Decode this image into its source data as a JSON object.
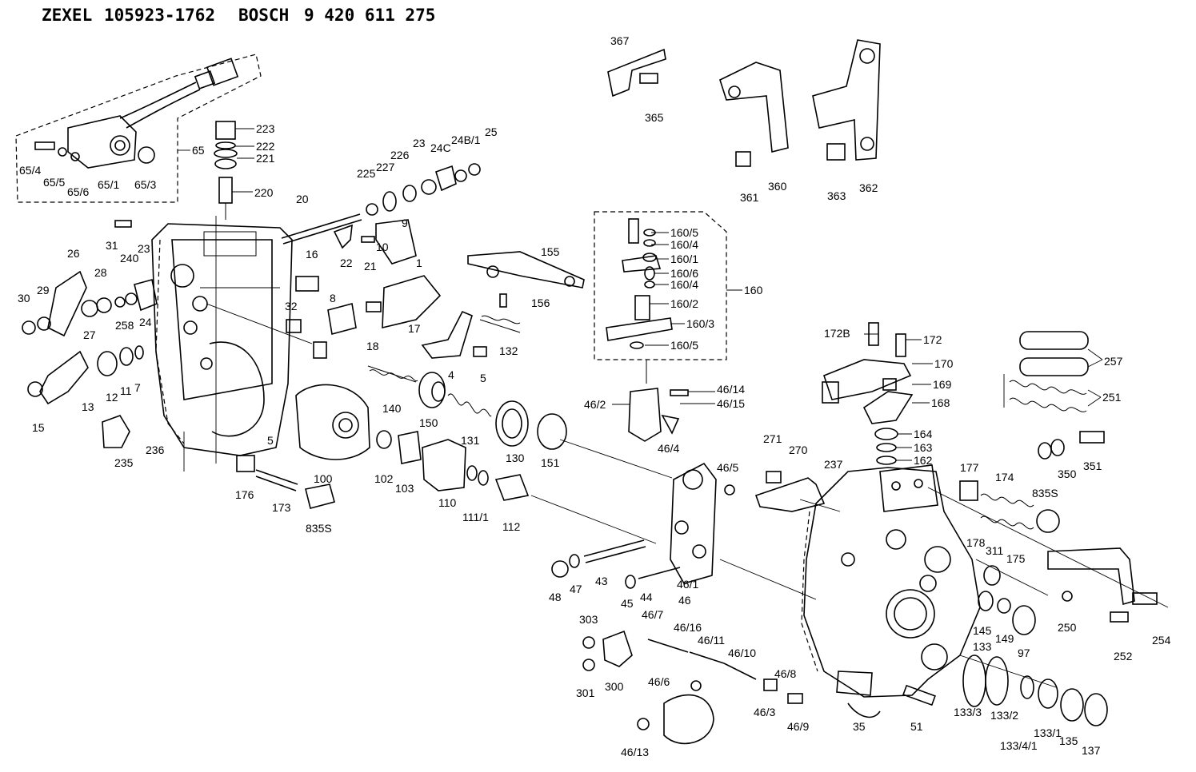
{
  "header": {
    "brand1": "ZEXEL",
    "code1": "105923-1762",
    "brand2": "BOSCH",
    "code2": "9 420 611 275"
  },
  "labels": {
    "l367": "367",
    "l365": "365",
    "l360": "360",
    "l361": "361",
    "l362": "362",
    "l363": "363",
    "l223": "223",
    "l222": "222",
    "l221": "221",
    "l220": "220",
    "l65": "65",
    "l65_4": "65/4",
    "l65_5": "65/5",
    "l65_6": "65/6",
    "l65_1": "65/1",
    "l65_3": "65/3",
    "l20": "20",
    "l225": "225",
    "l227": "227",
    "l226": "226",
    "l23a": "23",
    "l24C": "24C",
    "l24B_1": "24B/1",
    "l25": "25",
    "l9": "9",
    "l10": "10",
    "l1": "1",
    "l22": "22",
    "l21": "21",
    "l16": "16",
    "l31": "31",
    "l23b": "23",
    "l26": "26",
    "l240": "240",
    "l28": "28",
    "l29": "29",
    "l30": "30",
    "l27": "27",
    "l258": "258",
    "l24": "24",
    "l32": "32",
    "l8": "8",
    "l18": "18",
    "l17": "17",
    "l155": "155",
    "l156": "156",
    "l132": "132",
    "l4": "4",
    "l5a": "5",
    "l160_5a": "160/5",
    "l160_4a": "160/4",
    "l160_1": "160/1",
    "l160_6": "160/6",
    "l160_4b": "160/4",
    "l160_2": "160/2",
    "l160_3": "160/3",
    "l160_5b": "160/5",
    "l160": "160",
    "l172B": "172B",
    "l172": "172",
    "l170": "170",
    "l169": "169",
    "l168": "168",
    "l257": "257",
    "l251": "251",
    "l46_14": "46/14",
    "l46_15": "46/15",
    "l46_2": "46/2",
    "l46_4": "46/4",
    "l15": "15",
    "l13": "13",
    "l12": "12",
    "l11": "11",
    "l7": "7",
    "l235": "235",
    "l236": "236",
    "l140": "140",
    "l150": "150",
    "l131": "131",
    "l130": "130",
    "l151": "151",
    "l5b": "5",
    "l100": "100",
    "l102": "102",
    "l103": "103",
    "l110": "110",
    "l111_1": "111/1",
    "l112": "112",
    "l176": "176",
    "l173": "173",
    "l835S_a": "835S",
    "l271": "271",
    "l270": "270",
    "l237": "237",
    "l164": "164",
    "l163": "163",
    "l162": "162",
    "l177": "177",
    "l174": "174",
    "l835S_b": "835S",
    "l350": "350",
    "l351": "351",
    "l46_5": "46/5",
    "l178": "178",
    "l311": "311",
    "l175": "175",
    "l48": "48",
    "l47": "47",
    "l43": "43",
    "l45": "45",
    "l44": "44",
    "l46_1": "46/1",
    "l46": "46",
    "l145": "145",
    "l149": "149",
    "l97": "97",
    "l250": "250",
    "l254": "254",
    "l252": "252",
    "l303": "303",
    "l46_7": "46/7",
    "l46_16": "46/16",
    "l46_11": "46/11",
    "l46_10": "46/10",
    "l301": "301",
    "l300": "300",
    "l46_6": "46/6",
    "l46_8": "46/8",
    "l46_3": "46/3",
    "l46_9": "46/9",
    "l46_13": "46/13",
    "l35": "35",
    "l51": "51",
    "l133": "133",
    "l133_3": "133/3",
    "l133_2": "133/2",
    "l133_4_1": "133/4/1",
    "l133_1": "133/1",
    "l135": "135",
    "l137": "137"
  }
}
